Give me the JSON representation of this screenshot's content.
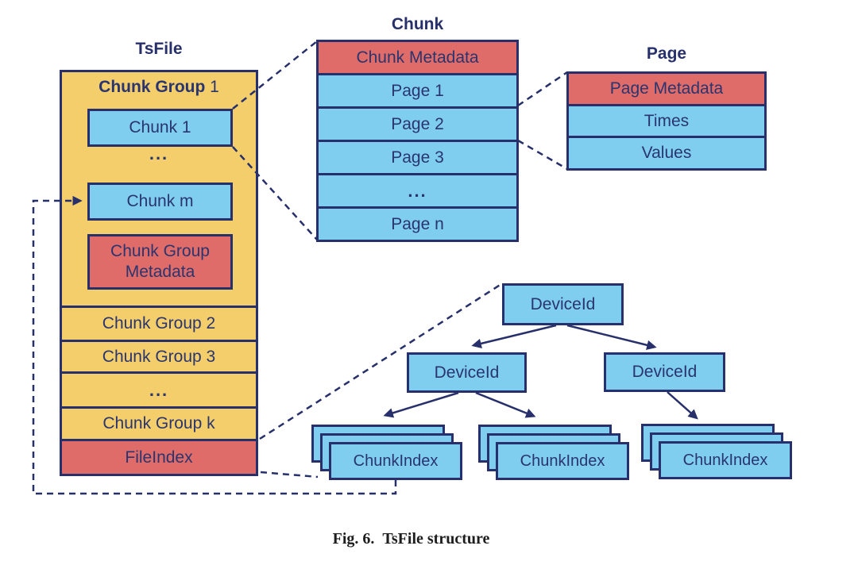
{
  "diagram": {
    "caption_prefix": "Fig. 6.",
    "caption_text": "TsFile structure",
    "colors": {
      "accent_yellow": "#F3CE6B",
      "accent_red": "#E06C69",
      "accent_blue": "#7FCEF0",
      "navy_border": "#27306B",
      "caption_text": "#1E1E1E"
    },
    "tsfile": {
      "title": "TsFile",
      "group1_label_bold": "Chunk Group",
      "group1_label_num": "1",
      "chunk1": "Chunk 1",
      "ellipsis": "...",
      "chunk_m": "Chunk m",
      "group_metadata": "Chunk Group Metadata",
      "rows": [
        "Chunk Group 2",
        "Chunk Group 3",
        "...",
        "Chunk Group k",
        "FileIndex"
      ]
    },
    "chunk": {
      "title": "Chunk",
      "rows": [
        "Chunk Metadata",
        "Page 1",
        "Page 2",
        "Page 3",
        "...",
        "Page n"
      ]
    },
    "page": {
      "title": "Page",
      "rows": [
        "Page Metadata",
        "Times",
        "Values"
      ]
    },
    "index_tree": {
      "root": "DeviceId",
      "child_left": "DeviceId",
      "child_right": "DeviceId",
      "leaf": "ChunkIndex"
    }
  }
}
